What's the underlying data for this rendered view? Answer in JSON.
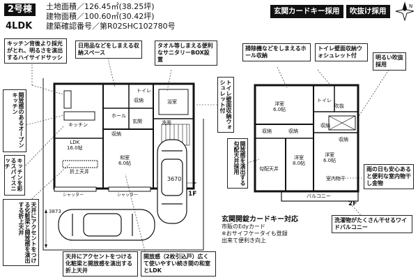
{
  "header": {
    "lot_badge": "2号棟",
    "land_area": "土地面積／126.45㎡(38.25坪)",
    "building_area": "建物面積／100.60㎡(30.42坪)",
    "permit_no": "建築確認番号／第R02SHC102780号",
    "layout": "4LDK",
    "tag_cardkey": "玄関カードキー採用",
    "tag_fukinuke": "吹抜け採用"
  },
  "notes": {
    "kitchen_window": "キッチン背後より採光がとれ、明るさを演出するハイサイドサッシ",
    "storage_daily": "日用品などをしまえる収納スペース",
    "sanitary_box": "タオル等しまえる便利なサニタリーBOX設置",
    "toilet_shelf_v": "トイレ壁面収納ウォシュレット付",
    "cleaner_storage": "掃除機などをしまえるホール収納",
    "toilet_2f": "トイレ壁面収納ウォシュレット付",
    "fukinuke_bright": "明るい吹抜採用",
    "open_kitchen": "開放感のあるオープンキッチン",
    "switch": "キッチンを彩るスパイスニッチ",
    "ceiling_1f": "天井にアクセントをつける化粧梁と開放感を演出する折上天井",
    "ceiling_2f_v": "開放感を演出する勾配天井採用",
    "rain_laundry": "雨の日も安心あると便利な室内物干し金物",
    "balcony": "洗濯物がたくさん干せるワイドバルコニー",
    "cardkey_title": "玄関開錠カードキー対応",
    "cardkey_line1": "市販のEdyカード",
    "cardkey_line2": "※おサイフケータイも登録",
    "cardkey_line3": "出来て便利き向上",
    "ceiling_bottom": "天井にアクセントをつける化粧梁と開放感を演出する折上天井",
    "washitsu": "開放感（2枚引込戸）広くて使いやすい続き間の和室とLDK"
  },
  "rooms_1f": {
    "ldk": "LDK",
    "ldk_size": "16.0帖",
    "washitsu": "和室",
    "washitsu_size": "6.0帖",
    "kitchen": "キッチン",
    "storage1": "収納",
    "storage2": "収納",
    "entrance": "玄関",
    "hall": "ホール",
    "toilet": "トイレ",
    "wash": "洗面",
    "bath": "浴室",
    "ceiling": "折上天井",
    "shutter1": "シャッター",
    "shutter2": "シャッター",
    "dim_3670": "3670",
    "dim_3873": "3873",
    "floor": "1F"
  },
  "rooms_2f": {
    "western1": "洋室",
    "western1_size": "6.0帖",
    "western2": "洋室",
    "western2_size": "8.0帖",
    "western3": "洋室",
    "western3_size": "6.0帖",
    "storage1": "収納",
    "storage2": "収納",
    "storage3": "収納",
    "storage4": "収納",
    "fukinuke": "吹抜",
    "toilet": "トイレ",
    "hanger": "室内物干",
    "ceiling": "勾配天井",
    "balcony": "バルコニー",
    "floor": "2F"
  },
  "colors": {
    "ink": "#111111",
    "paper": "#ffffff"
  }
}
